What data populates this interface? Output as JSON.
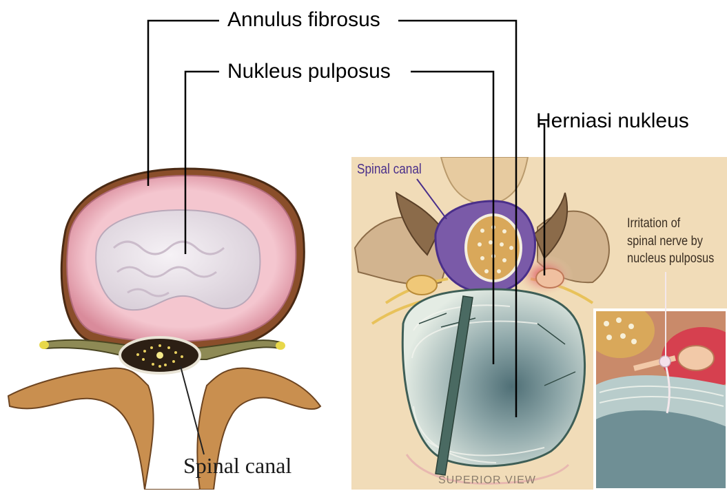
{
  "labels": {
    "annulus_fibrosus": "Annulus fibrosus",
    "nukleus_pulposus": "Nukleus pulposus",
    "herniasi_nukleus": "Herniasi nukleus",
    "spinal_canal_left": "Spinal canal",
    "spinal_canal_right": "Spinal canal",
    "irritation": "Irritation of\nspinal nerve by\nnucleus pulposus",
    "superior_view": "SUPERIOR VIEW"
  },
  "colors": {
    "annulus_pink": "#f0b9c4",
    "nucleus_white": "#ece6ec",
    "bone_tan": "#c98f4f",
    "panel_bg": "#f1dcb8",
    "canal_purple": "#5b3b9a",
    "disc_teal": "#6f8f95"
  }
}
